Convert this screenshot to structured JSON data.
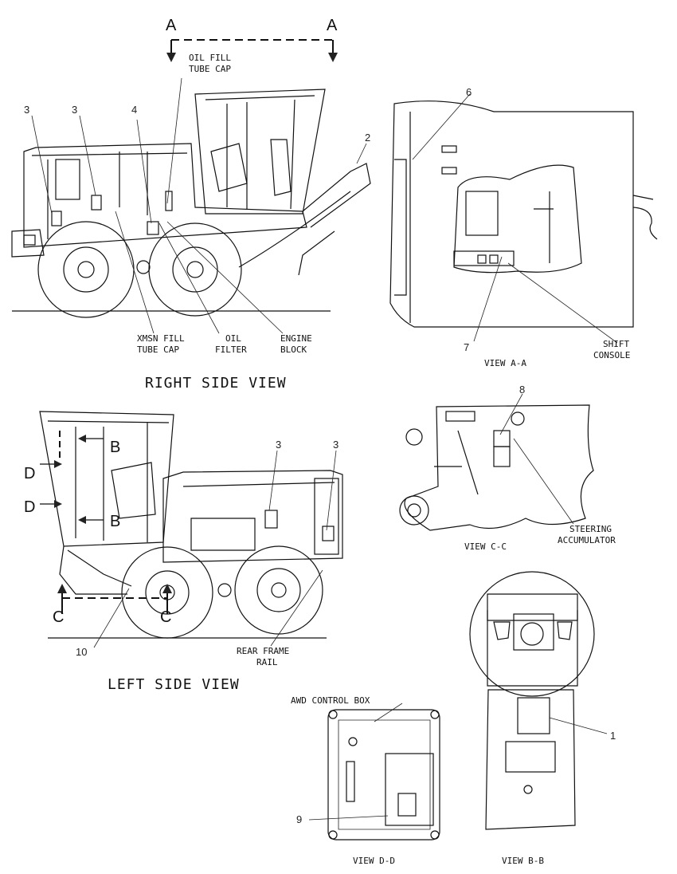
{
  "sections": {
    "a_left": "A",
    "a_right": "A",
    "b_upper": "B",
    "b_lower": "B",
    "c_left": "C",
    "c_right": "C",
    "d_upper": "D",
    "d_lower": "D"
  },
  "callouts": {
    "n3a": "3",
    "n3b": "3",
    "n4": "4",
    "n2": "2",
    "n6": "6",
    "n7": "7",
    "n8": "8",
    "n3c": "3",
    "n3d": "3",
    "n10": "10",
    "n1": "1",
    "n9": "9"
  },
  "labels": {
    "oil_fill_1": "OIL FILL",
    "oil_fill_2": "TUBE CAP",
    "xmsn_1": "XMSN FILL",
    "xmsn_2": "TUBE CAP",
    "oil_filter_1": "OIL",
    "oil_filter_2": "FILTER",
    "engine_1": "ENGINE",
    "engine_2": "BLOCK",
    "shift_1": "SHIFT",
    "shift_2": "CONSOLE",
    "steering_1": "STEERING",
    "steering_2": "ACCUMULATOR",
    "rear_frame_1": "REAR FRAME",
    "rear_frame_2": "RAIL",
    "awd_box": "AWD CONTROL BOX"
  },
  "views": {
    "right_side": "RIGHT SIDE VIEW",
    "left_side": "LEFT SIDE VIEW",
    "view_aa": "VIEW A-A",
    "view_cc": "VIEW C-C",
    "view_dd": "VIEW D-D",
    "view_bb": "VIEW B-B"
  }
}
